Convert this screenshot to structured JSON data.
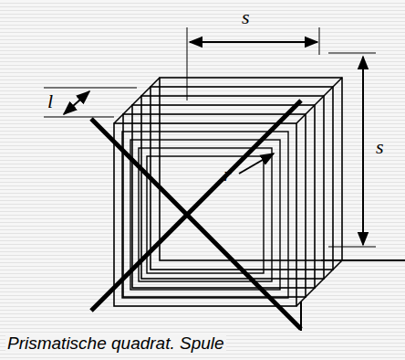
{
  "diagram": {
    "caption": "Prismatische quadrat. Spule",
    "labels": [
      "s",
      "l",
      "s",
      "r"
    ]
  }
}
